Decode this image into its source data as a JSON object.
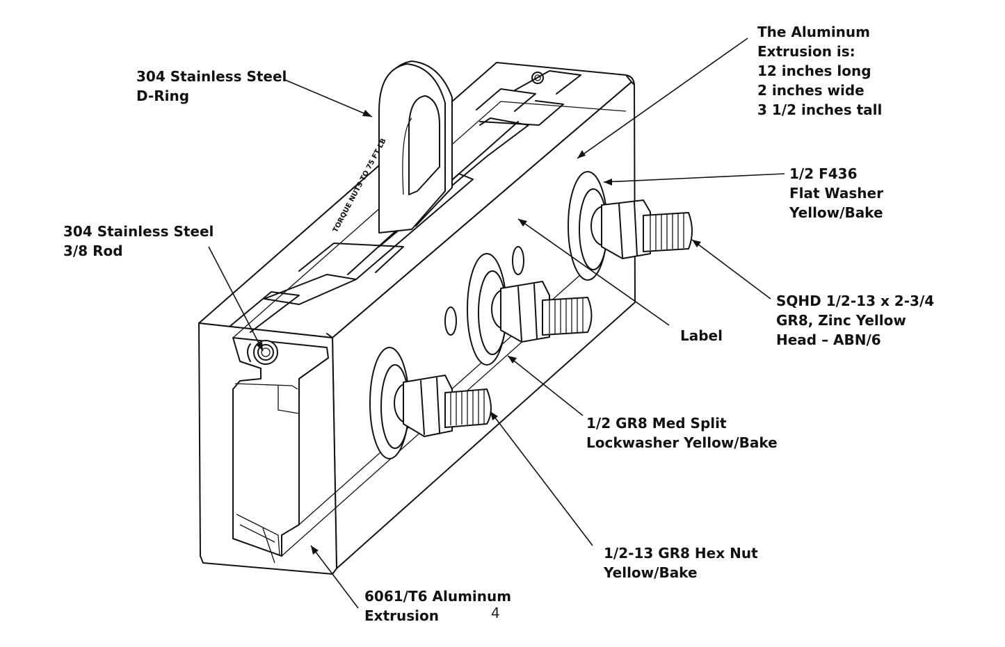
{
  "labels": {
    "d_ring": [
      "304 Stainless Steel",
      "D-Ring"
    ],
    "extrusion_dims": [
      "The Aluminum",
      "Extrusion is:",
      "12 inches long",
      "2 inches wide",
      "3 1/2 inches tall"
    ],
    "flat_washer": [
      "1/2 F436",
      "Flat Washer",
      "Yellow/Bake"
    ],
    "rod": [
      "304 Stainless Steel",
      "3/8 Rod"
    ],
    "bolt": [
      "SQHD 1/2-13 x 2-3/4",
      "GR8, Zinc Yellow",
      "Head –  ABN/6"
    ],
    "label": [
      "Label"
    ],
    "lockwasher": [
      "1/2 GR8 Med Split",
      "Lockwasher Yellow/Bake"
    ],
    "hex_nut": [
      "1/2-13 GR8 Hex Nut",
      "Yellow/Bake"
    ],
    "aluminum_extrusion": [
      "6061/T6  Aluminum",
      "Extrusion"
    ]
  },
  "ring_engraving": "TORQUE NUTS TO 75 FT LB",
  "page_number": "4"
}
